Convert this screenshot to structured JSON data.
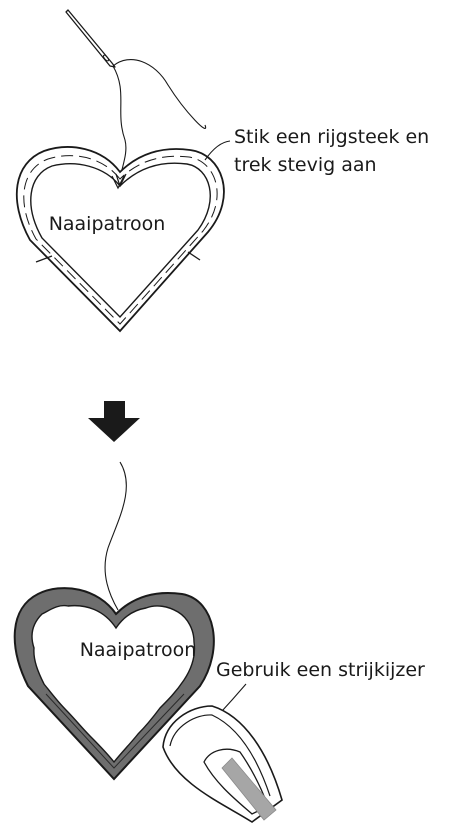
{
  "step1": {
    "heart_label": "Naaipatroon",
    "callout_line1": "Stik een rijgsteek en",
    "callout_line2": "trek stevig aan"
  },
  "step2": {
    "heart_label": "Naaipatroon",
    "callout": "Gebruik een strijkijzer"
  },
  "icons": {
    "needle": "needle-icon",
    "arrow": "down-arrow-icon",
    "iron": "iron-icon"
  },
  "colors": {
    "line": "#1a1a1a",
    "seam_allowance": "#6e6e6e",
    "iron_plate": "#a6a6a6"
  }
}
